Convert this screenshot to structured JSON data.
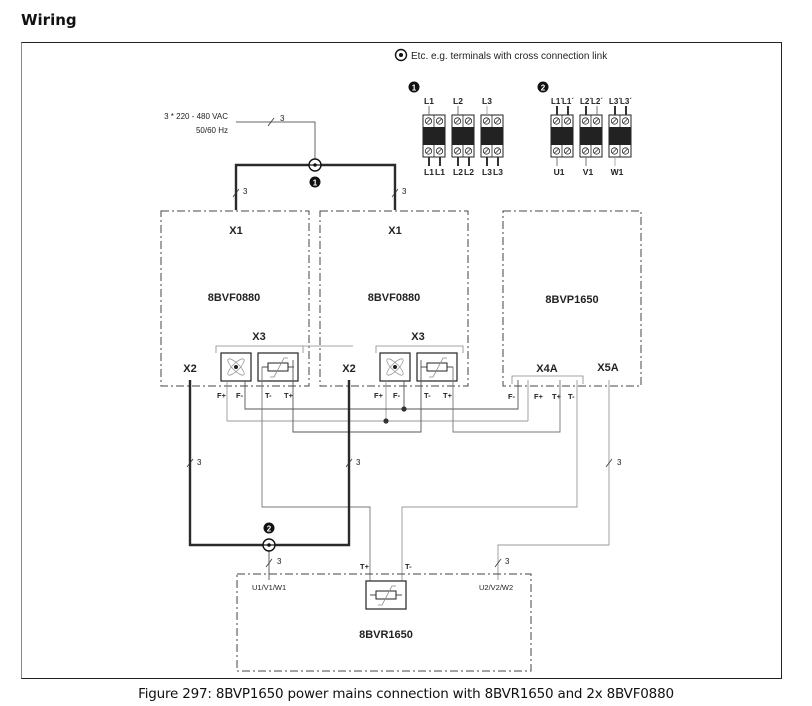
{
  "heading": "Wiring",
  "legend": {
    "text": "Etc.  e.g. terminals with cross connection link",
    "marker_1": "1",
    "marker_2": "2",
    "block1": {
      "top_labels": [
        "L1",
        "L2",
        "L3"
      ],
      "bottom_labels": [
        "L1",
        "L1",
        "L2",
        "L2",
        "L3",
        "L3"
      ]
    },
    "block2": {
      "top_labels": [
        "L1´",
        "L1´",
        "L2´",
        "L2´",
        "L3´",
        "L3´"
      ],
      "bottom_labels": [
        "U1",
        "V1",
        "W1"
      ]
    }
  },
  "supply": {
    "voltage": "3 * 220 - 480 VAC",
    "frequency": "50/60 Hz",
    "wire_count": "3"
  },
  "modules": {
    "filter1": {
      "name": "8BVF0880",
      "x1": "X1",
      "x2": "X2",
      "x3": "X3",
      "pins": [
        "F+",
        "F-",
        "T-",
        "T+"
      ],
      "x1_wire": "3",
      "x2_wire": "3"
    },
    "filter2": {
      "name": "8BVF0880",
      "x1": "X1",
      "x2": "X2",
      "x3": "X3",
      "pins": [
        "F+",
        "F-",
        "T-",
        "T+"
      ],
      "x1_wire": "3",
      "x2_wire": "3"
    },
    "supply_module": {
      "name": "8BVP1650",
      "x4a": "X4A",
      "x5a": "X5A",
      "pins": [
        "F-",
        "F+",
        "T+",
        "T-"
      ],
      "x5a_wire": "3"
    },
    "resistor": {
      "name": "8BVR1650",
      "in_label": "U1/V1/W1",
      "out_label": "U2/V2/W2",
      "t_plus": "T+",
      "t_minus": "T-",
      "in_wire": "3",
      "out_wire": "3"
    }
  },
  "node_markers": {
    "junction_1": "1",
    "junction_2": "2"
  },
  "caption": "Figure 297: 8BVP1650 power mains connection with 8BVR1650 and 2x 8BVF0880",
  "colors": {
    "thick_line": "#2a2a2a",
    "thin_line": "#555555",
    "gray_line": "#9a9a9a",
    "dashed_box": "#444444"
  }
}
